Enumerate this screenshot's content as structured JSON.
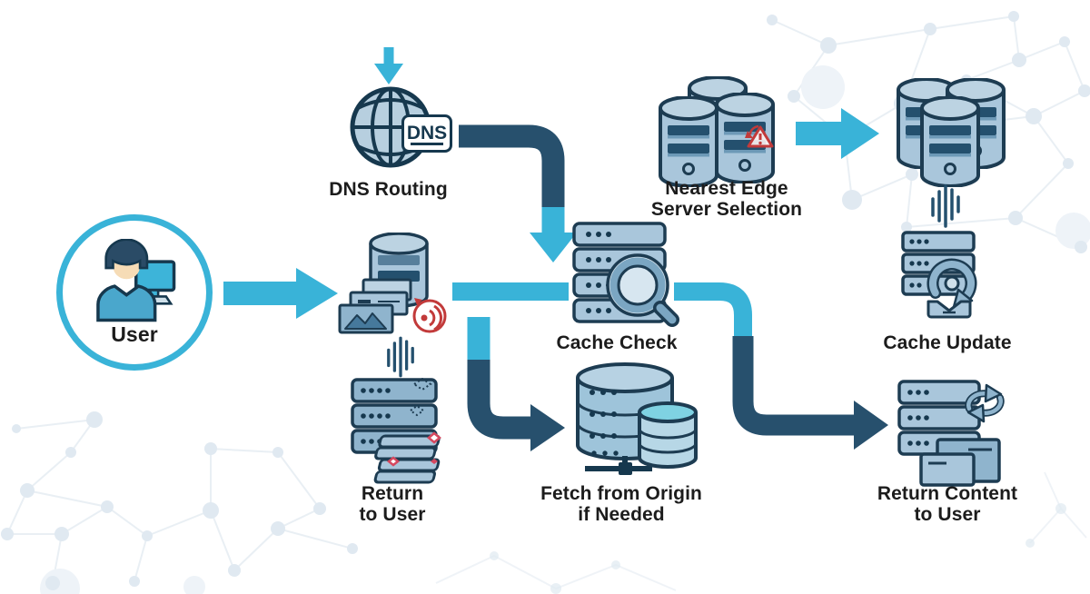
{
  "palette": {
    "accent_cyan": "#39b3d8",
    "accent_navy": "#27506d",
    "icon_outline": "#1d3c52",
    "icon_fill": "#a9c6db",
    "alert_red": "#c23a3a",
    "text": "#1c1c1c",
    "background": "#ffffff"
  },
  "diagram": {
    "nodes": {
      "user": {
        "label": "User",
        "icon": "user-at-computer-icon"
      },
      "dns": {
        "label": "DNS Routing",
        "badge": "DNS",
        "icon": "globe-icon"
      },
      "edge_server": {
        "icon": "edge-server-content-icon"
      },
      "cache_check": {
        "label": "Cache Check",
        "icon": "server-magnifier-icon"
      },
      "nearest_edge": {
        "label_line1": "Nearest Edge",
        "label_line2": "Server Selection",
        "icon": "server-cluster-warning-icon"
      },
      "edge_cluster": {
        "icon": "server-cluster-icon"
      },
      "cache_update": {
        "label": "Cache Update",
        "icon": "server-refresh-icon"
      },
      "return_user": {
        "label_line1": "Return",
        "label_line2": "to User",
        "icon": "server-stack-layers-icon"
      },
      "fetch_origin": {
        "label_line1": "Fetch from Origin",
        "label_line2": "if Needed",
        "icon": "database-origin-icon"
      },
      "return_content": {
        "label_line1": "Return Content",
        "label_line2": "to User",
        "icon": "server-content-sync-icon"
      }
    },
    "edges": [
      {
        "from": "user",
        "to": "edge_server",
        "style": "cyan"
      },
      {
        "from": "entry",
        "to": "dns",
        "style": "cyan"
      },
      {
        "from": "dns",
        "to": "cache_check",
        "style": "navy-to-cyan"
      },
      {
        "from": "edge_server",
        "to": "cache_check",
        "style": "cyan"
      },
      {
        "from": "cache_check",
        "to": "fetch_origin",
        "style": "cyan-to-navy"
      },
      {
        "from": "cache_check",
        "to": "return_content",
        "style": "cyan-to-navy"
      },
      {
        "from": "nearest_edge",
        "to": "edge_cluster",
        "style": "cyan"
      },
      {
        "from": "edge_cluster",
        "to": "cache_update",
        "style": "signal"
      },
      {
        "from": "edge_server",
        "to": "return_user",
        "style": "signal"
      }
    ],
    "icons": {
      "user-at-computer-icon": "svg-shape",
      "globe-icon": "svg-shape",
      "dns-badge": "rounded-rect",
      "edge-server-content-icon": "svg-shape",
      "live-stream-icon": "svg-shape",
      "signal-lines-icon": "svg-shape",
      "server-magnifier-icon": "svg-shape",
      "server-cluster-warning-icon": "svg-shape",
      "warning-triangle-icon": "svg-shape",
      "server-cluster-icon": "svg-shape",
      "server-refresh-icon": "svg-shape",
      "server-stack-layers-icon": "svg-shape",
      "database-origin-icon": "svg-shape",
      "server-content-sync-icon": "svg-shape",
      "down-arrow-icon": "svg-shape"
    }
  }
}
